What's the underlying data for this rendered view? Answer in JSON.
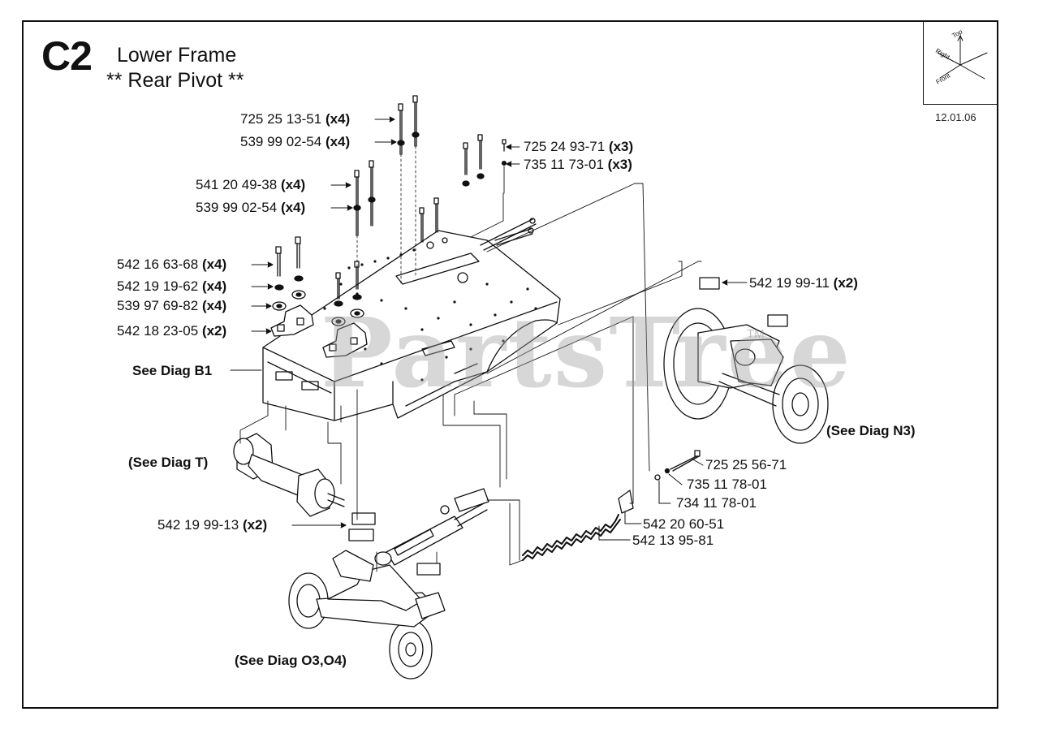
{
  "header": {
    "section_code": "C2",
    "title": "Lower Frame",
    "subtitle": "** Rear Pivot **",
    "date": "12.01.06"
  },
  "compass": {
    "top": "Top",
    "right": "Right",
    "front": "Front"
  },
  "watermark": {
    "text": "PartsTree",
    "tm": "TM"
  },
  "parts": [
    {
      "num": "725 25 13-51",
      "qty": "(x4)"
    },
    {
      "num": "539 99 02-54",
      "qty": "(x4)"
    },
    {
      "num": "541 20 49-38",
      "qty": "(x4)"
    },
    {
      "num": "539 99 02-54",
      "qty": "(x4)"
    },
    {
      "num": "725 24 93-71",
      "qty": "(x3)"
    },
    {
      "num": "735 11 73-01",
      "qty": "(x3)"
    },
    {
      "num": "542 16 63-68",
      "qty": "(x4)"
    },
    {
      "num": "542 19 19-62",
      "qty": "(x4)"
    },
    {
      "num": "539 97 69-82",
      "qty": "(x4)"
    },
    {
      "num": "542 18 23-05",
      "qty": "(x2)"
    },
    {
      "num": "542 19 99-11",
      "qty": "(x2)"
    },
    {
      "num": "542 19 99-13",
      "qty": "(x2)"
    },
    {
      "num": "725 25 56-71",
      "qty": ""
    },
    {
      "num": "735 11 78-01",
      "qty": ""
    },
    {
      "num": "734 11 78-01",
      "qty": ""
    },
    {
      "num": "542 20 60-51",
      "qty": ""
    },
    {
      "num": "542 13 95-81",
      "qty": ""
    }
  ],
  "references": [
    "See Diag B1",
    "(See Diag T)",
    "(See Diag N3)",
    "(See Diag O3,O4)"
  ]
}
